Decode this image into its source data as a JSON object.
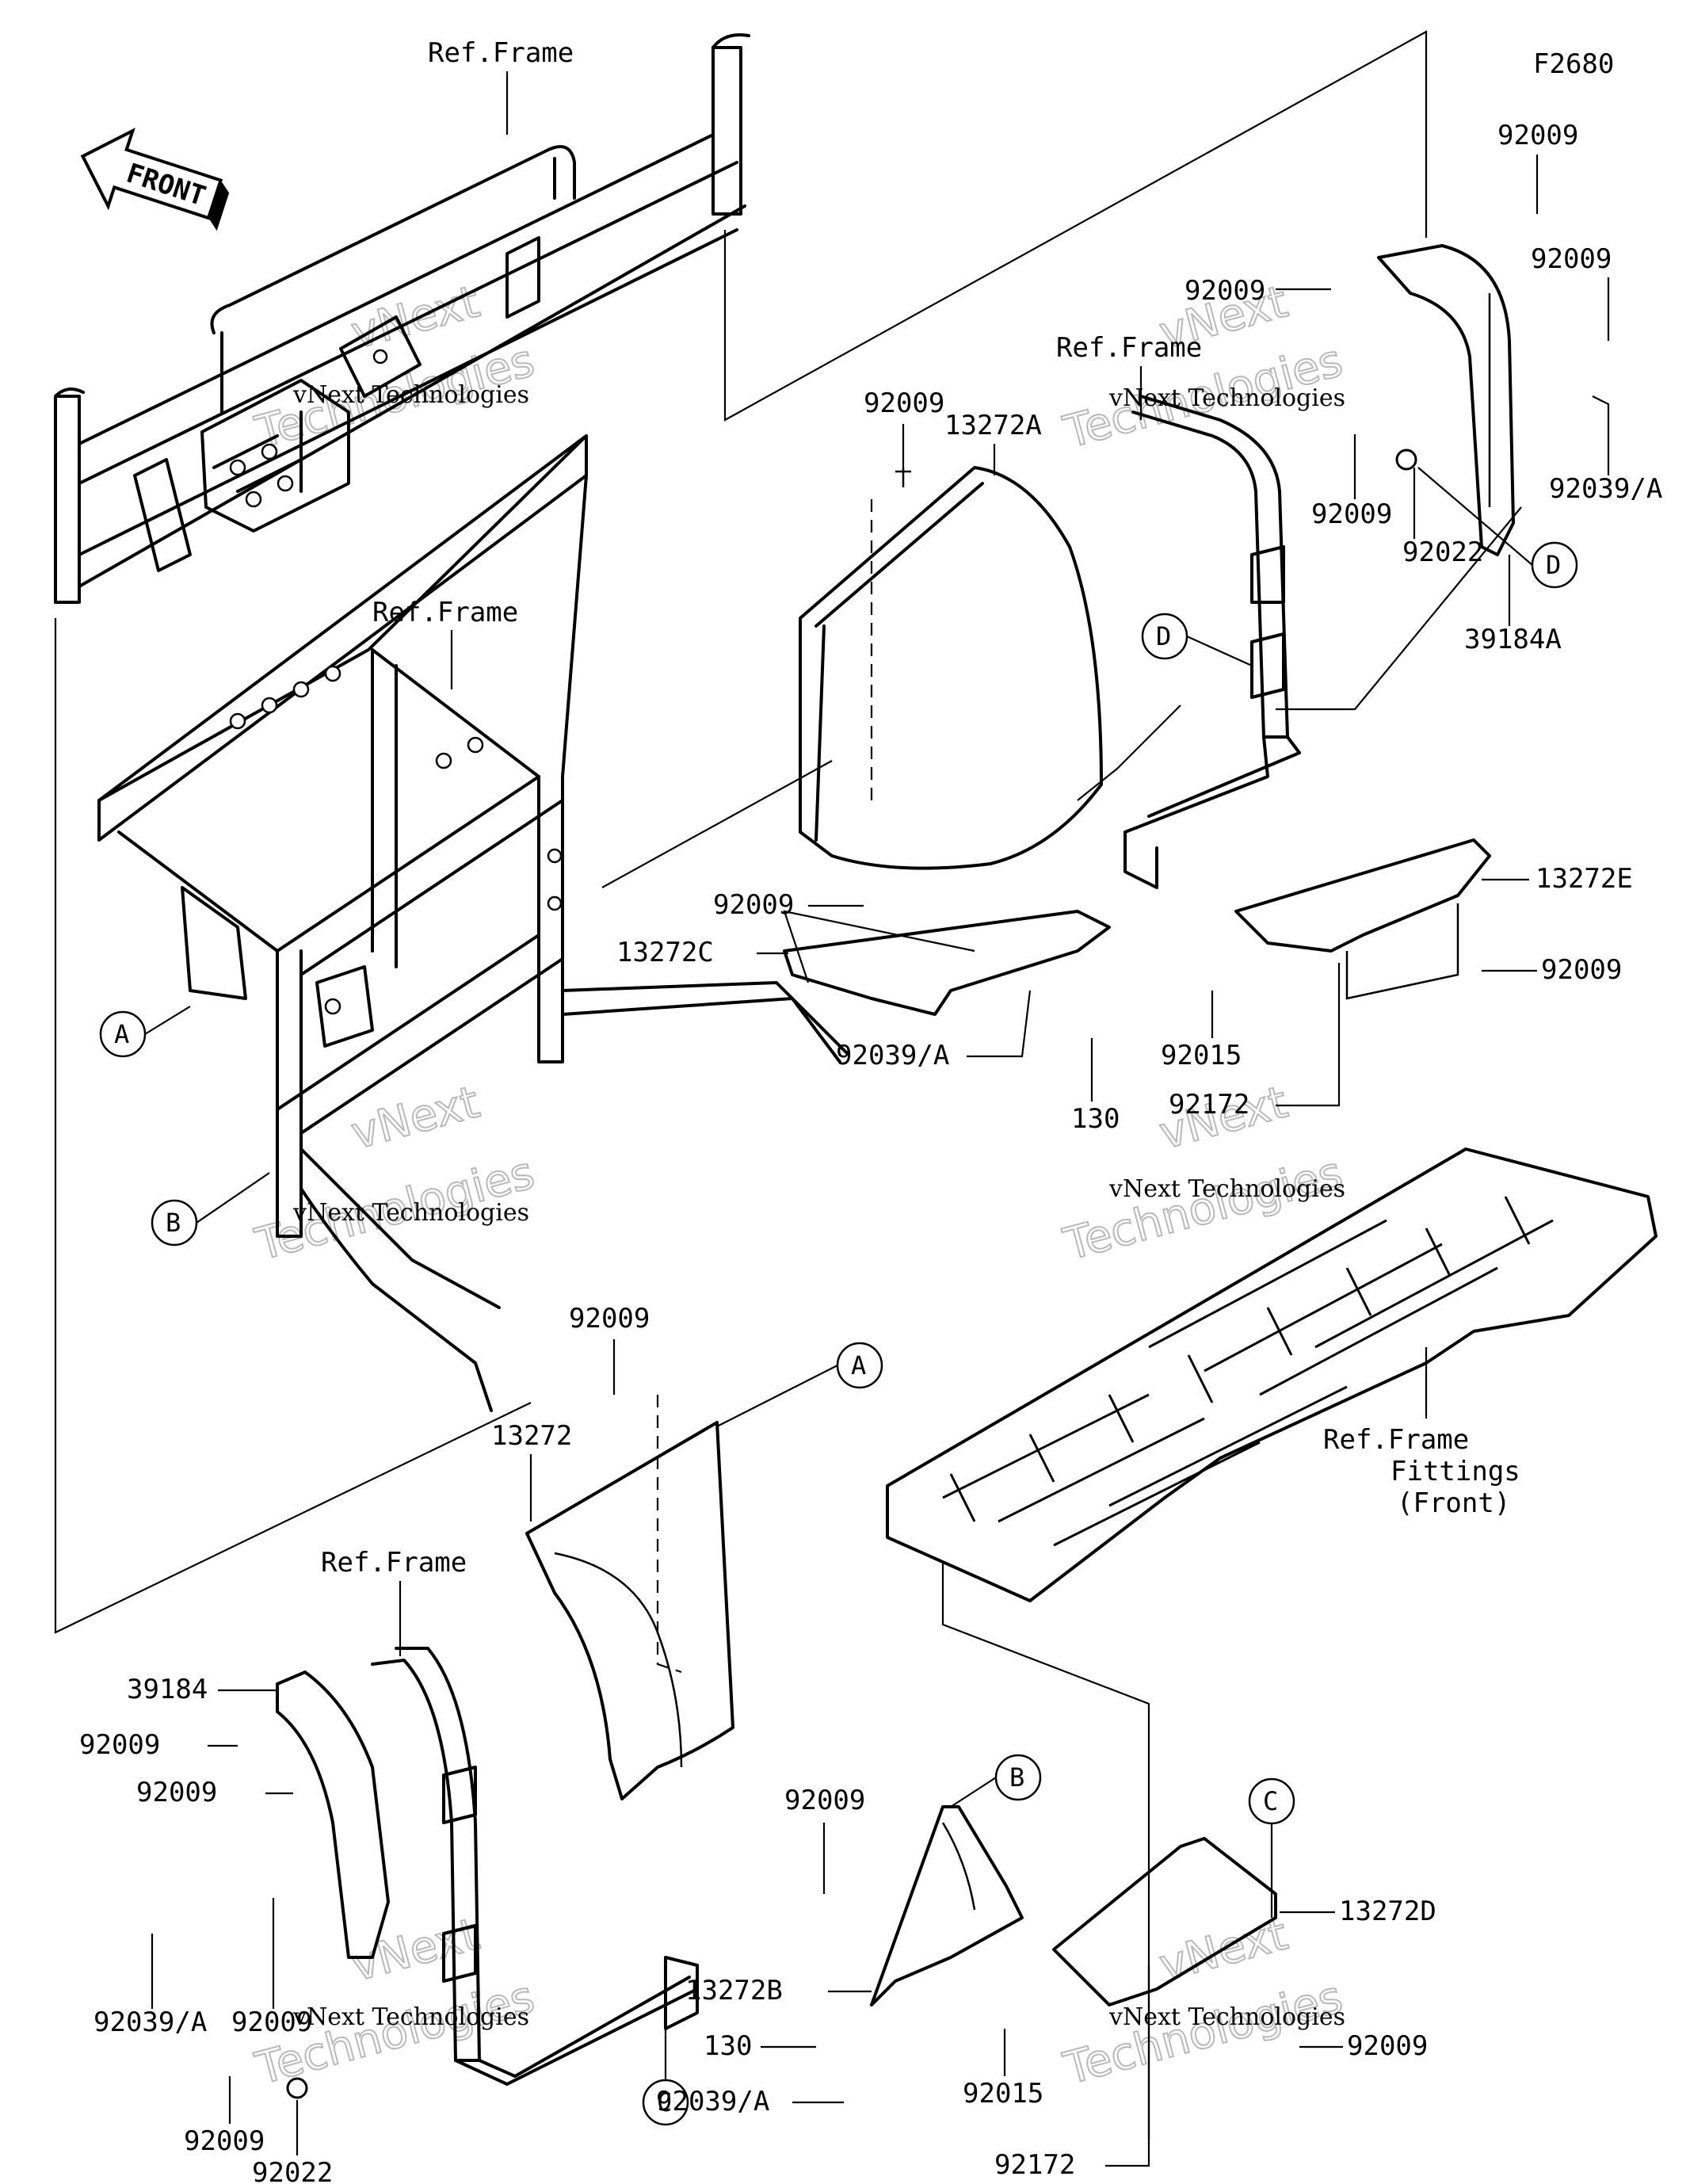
{
  "diagram": {
    "code": "F2680",
    "front_arrow": "FRONT",
    "watermark": {
      "brand": "vNext Technologies",
      "big_top": "vNext",
      "big_bottom": "Technologies"
    },
    "refs": {
      "frame": "Ref.Frame",
      "frame_fittings": [
        "Ref.Frame",
        "Fittings",
        "(Front)"
      ]
    },
    "callouts": [
      "A",
      "B",
      "C",
      "D"
    ],
    "parts": {
      "p92009": "92009",
      "p13272A": "13272A",
      "p92039A": "92039/A",
      "p92022": "92022",
      "p39184A": "39184A",
      "p13272E": "13272E",
      "p13272C": "13272C",
      "p130": "130",
      "p92015": "92015",
      "p92172": "92172",
      "p13272": "13272",
      "p39184": "39184",
      "p13272B": "13272B",
      "p13272D": "13272D"
    },
    "colors": {
      "ink": "#000000",
      "paper": "#ffffff",
      "watermark": "#b9b9b9"
    }
  }
}
